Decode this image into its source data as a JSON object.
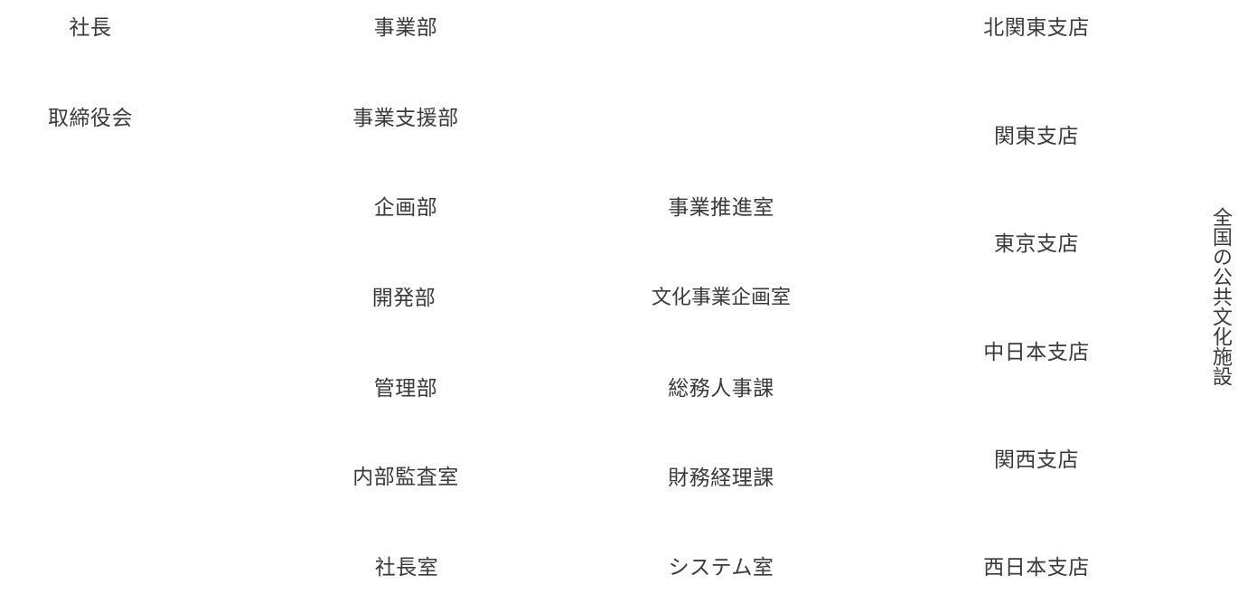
{
  "executive": {
    "president": "社長",
    "board": "取締役会"
  },
  "departments": {
    "business": "事業部",
    "business_support": "事業支援部",
    "planning": "企画部",
    "development": "開発部",
    "management": "管理部",
    "internal_audit": "内部監査室",
    "president_office": "社長室"
  },
  "sections": {
    "business_promotion": "事業推進室",
    "culture_planning": "文化事業企画室",
    "general_affairs_hr": "総務人事課",
    "finance_accounting": "財務経理課",
    "system": "システム室"
  },
  "branches": {
    "north_kanto": "北関東支店",
    "kanto": "関東支店",
    "tokyo": "東京支店",
    "central_japan": "中日本支店",
    "kansai": "関西支店",
    "west_japan": "西日本支店"
  },
  "facilities": {
    "label": "全国の公共文化施設"
  }
}
